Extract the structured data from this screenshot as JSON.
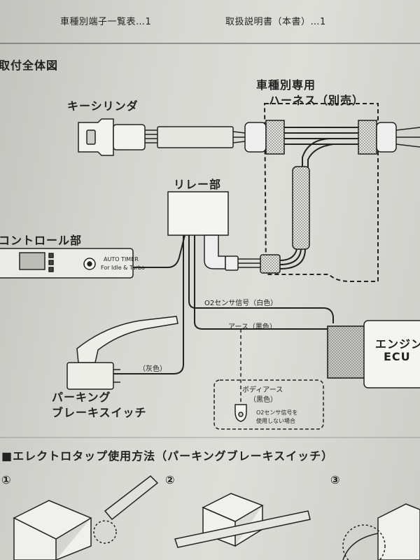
{
  "top": {
    "item_left": "車種別端子一覧表…1",
    "item_right": "取扱説明書（本書）…1"
  },
  "section1": {
    "title": "取付全体図"
  },
  "labels": {
    "key_cylinder": "キーシリンダ",
    "harness_line1": "車種別専用",
    "harness_line2": "ハーネス（別売）",
    "relay": "リレー部",
    "control": "コントロール部",
    "control_panel_text": "AUTO TIMER",
    "control_panel_sub": "For Idle & Turbo",
    "o2_signal": "O2センサ信号（白色）",
    "earth": "アース（黒色）",
    "engine_ecu_line1": "エンジン",
    "engine_ecu_line2": "ECU",
    "gray": "（灰色）",
    "parking_line1": "パーキング",
    "parking_line2": "ブレーキスイッチ",
    "body_earth_line1": "ボディアース",
    "body_earth_line2": "（黒色）",
    "o2_note_line1": "O2センサ信号を",
    "o2_note_line2": "使用しない場合"
  },
  "section2": {
    "title": "■エレクトロタップ使用方法（パーキングブレーキスイッチ）"
  },
  "steps": [
    "①",
    "②",
    "③"
  ]
}
